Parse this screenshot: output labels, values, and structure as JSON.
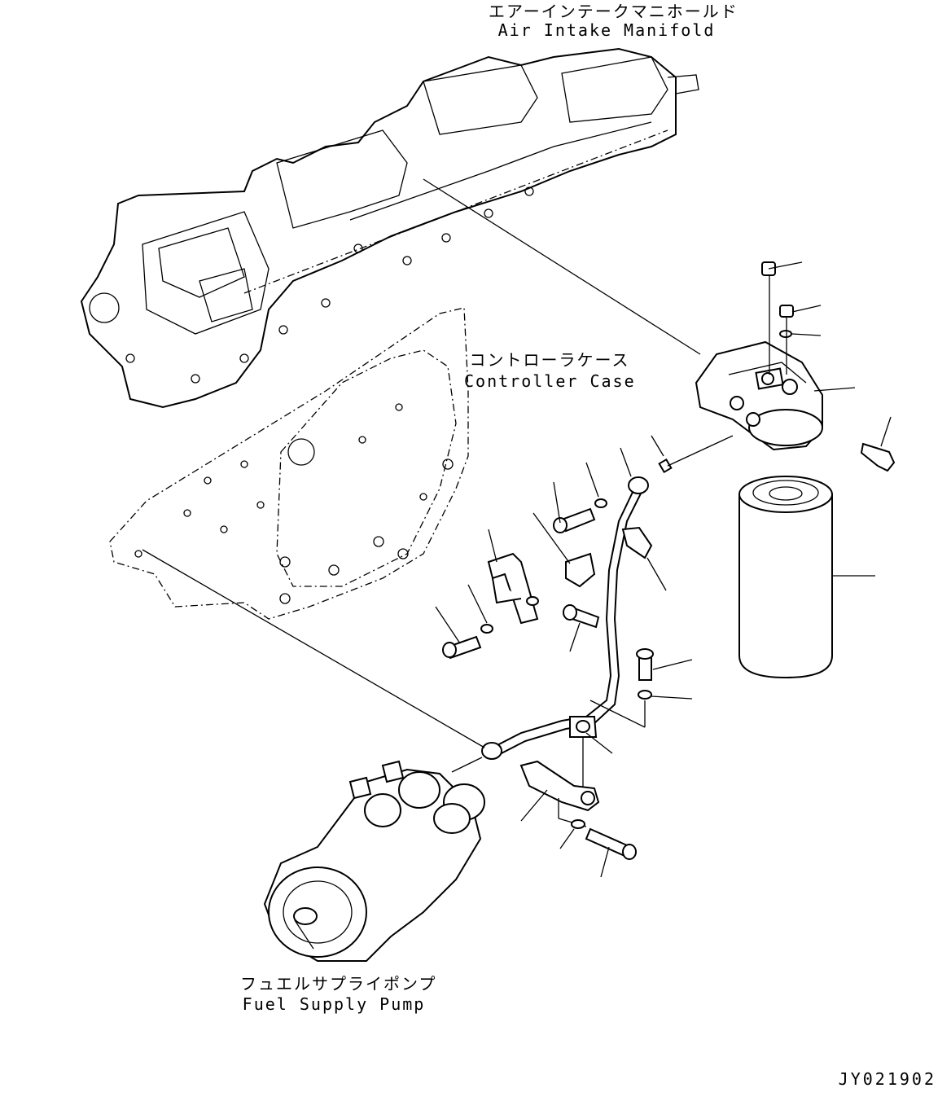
{
  "labels": {
    "air_intake_manifold_jp": "エアーインテークマニホールド",
    "air_intake_manifold_en": "Air Intake Manifold",
    "controller_case_jp": "コントローラケース",
    "controller_case_en": "Controller Case",
    "fuel_supply_pump_jp": "フュエルサプライポンプ",
    "fuel_supply_pump_en": "Fuel Supply Pump"
  },
  "drawing_code": "JY021902"
}
